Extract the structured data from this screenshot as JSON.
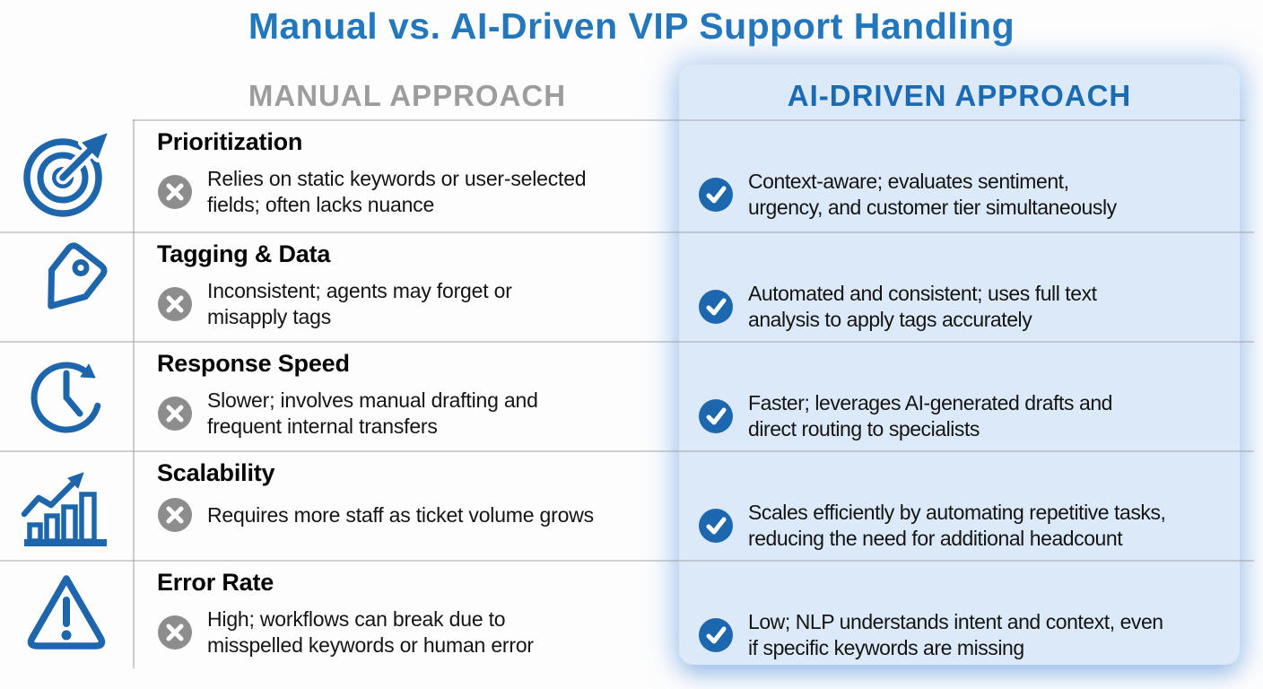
{
  "title": "Manual vs. AI-Driven VIP Support Handling",
  "columns": {
    "manual_header": "MANUAL APPROACH",
    "ai_header": "AI-DRIVEN APPROACH"
  },
  "colors": {
    "title_blue": "#2377bc",
    "ai_header_blue": "#1a6bb3",
    "manual_header_gray": "#9d9d9d",
    "panel_light_blue": "#dbe9f8",
    "icon_blue": "#1e66ac",
    "check_badge_blue": "#1c67ae",
    "x_badge_gray": "#8d8d8d",
    "divider_gray": "#c8c8c8"
  },
  "rows": [
    {
      "icon": "target-icon",
      "title": "Prioritization",
      "manual": "Relies on static keywords or user-selected\nfields; often lacks nuance",
      "ai": "Context-aware; evaluates sentiment,\nurgency, and customer tier simultaneously"
    },
    {
      "icon": "tag-icon",
      "title": "Tagging & Data",
      "manual": "Inconsistent; agents may forget or\nmisapply tags",
      "ai": "Automated and consistent; uses full text\nanalysis to apply tags accurately"
    },
    {
      "icon": "clock-icon",
      "title": "Response Speed",
      "manual": "Slower; involves manual drafting and\nfrequent internal transfers",
      "ai": "Faster; leverages AI-generated drafts and\ndirect routing to specialists"
    },
    {
      "icon": "growth-chart-icon",
      "title": "Scalability",
      "manual": "Requires more staff as ticket volume grows",
      "ai": "Scales efficiently by automating repetitive tasks,\nreducing the need for additional headcount"
    },
    {
      "icon": "warning-icon",
      "title": "Error Rate",
      "manual": "High; workflows can break due to\nmisspelled keywords or human error",
      "ai": "Low; NLP understands intent and context, even\nif specific keywords are missing"
    }
  ]
}
